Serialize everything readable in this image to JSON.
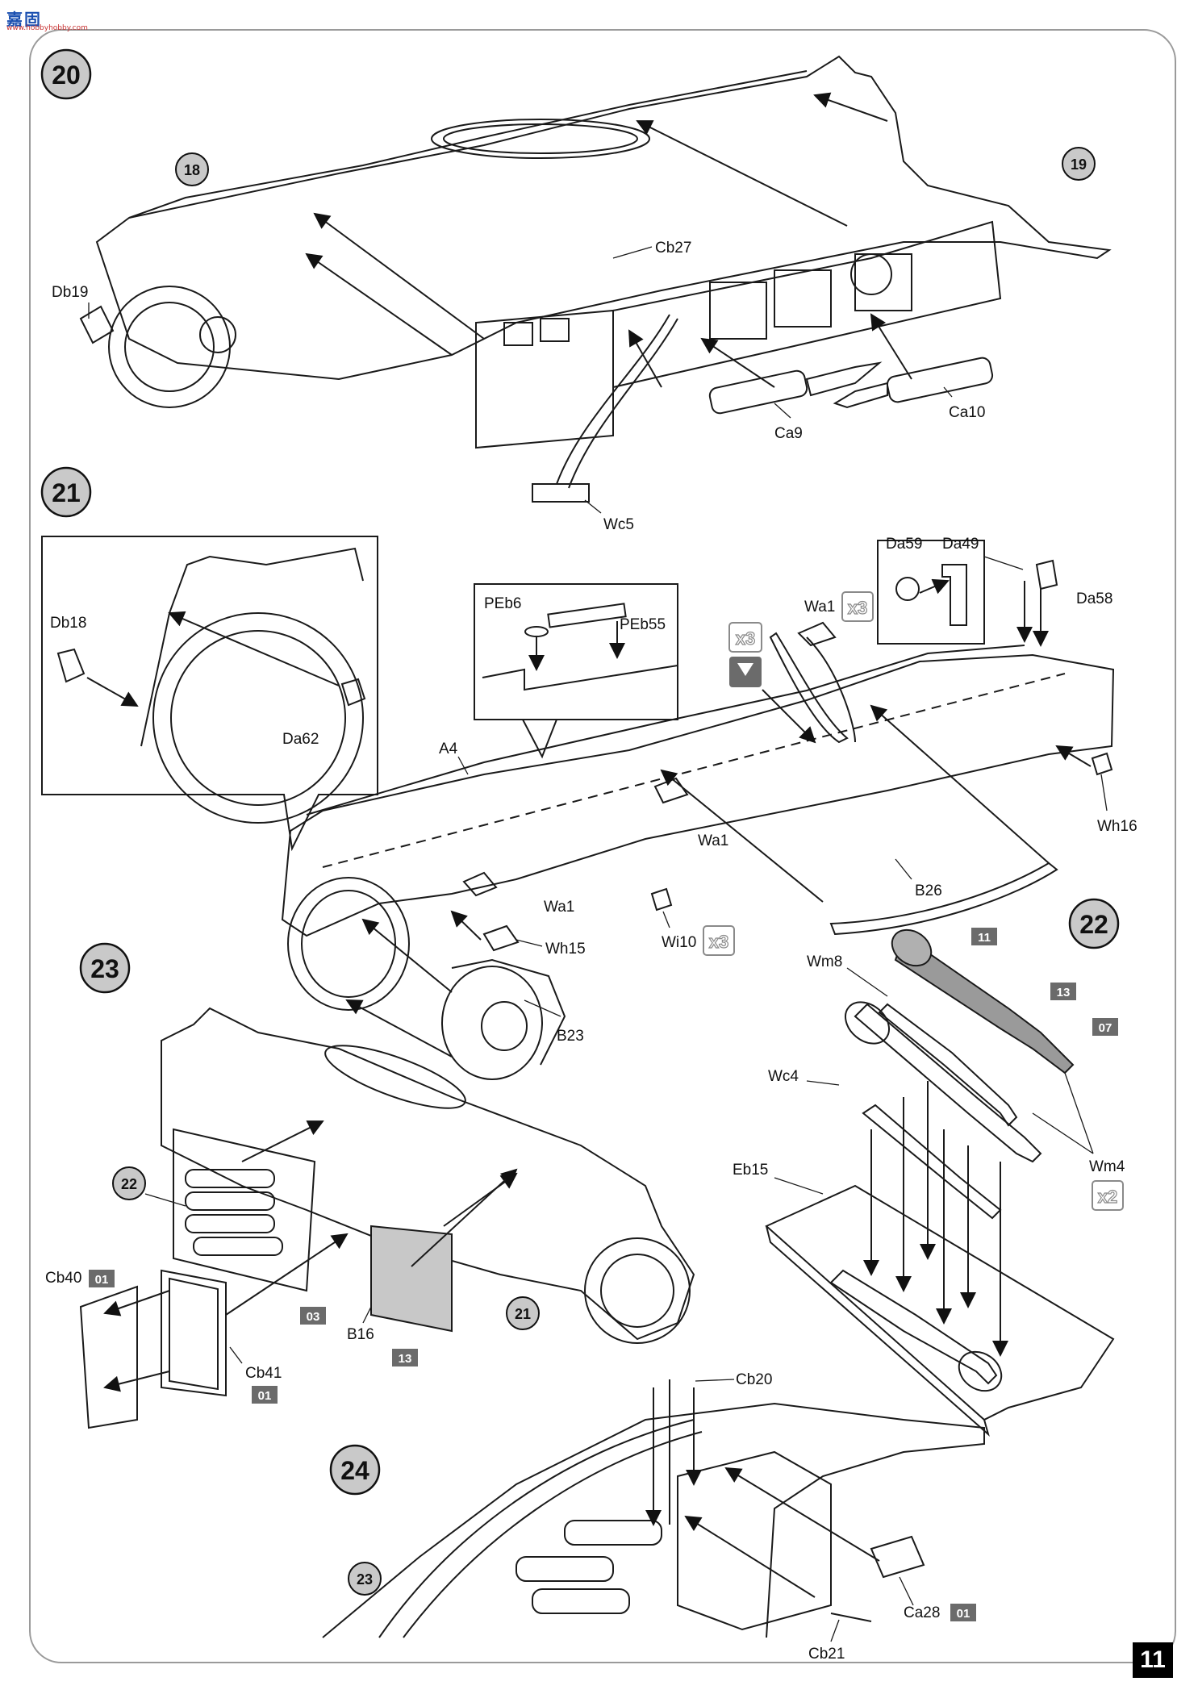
{
  "header": {
    "logo_title": "嘉固",
    "logo_sub": "www.hobbyhobby.com"
  },
  "page_number": "11",
  "steps": [
    {
      "number": "20"
    },
    {
      "number": "21"
    },
    {
      "number": "22"
    },
    {
      "number": "23"
    },
    {
      "number": "24"
    }
  ],
  "ref_circles": [
    {
      "number": "18"
    },
    {
      "number": "19"
    },
    {
      "number": "22"
    },
    {
      "number": "21"
    },
    {
      "number": "23"
    }
  ],
  "part_labels": {
    "db19": "Db19",
    "cb27": "Cb27",
    "ca9": "Ca9",
    "ca10": "Ca10",
    "wc5": "Wc5",
    "db18": "Db18",
    "da62": "Da62",
    "peb6": "PEb6",
    "peb55": "PEb55",
    "wa1_top": "Wa1",
    "da59": "Da59",
    "da49": "Da49",
    "da58": "Da58",
    "a4": "A4",
    "wa1_mid": "Wa1",
    "wa1_left": "Wa1",
    "wh16": "Wh16",
    "b26": "B26",
    "wi10": "Wi10",
    "wh15": "Wh15",
    "b23": "B23",
    "wm8": "Wm8",
    "wc4": "Wc4",
    "wm4": "Wm4",
    "eb15": "Eb15",
    "cb40": "Cb40",
    "cb41": "Cb41",
    "b16": "B16",
    "cb20": "Cb20",
    "ca28": "Ca28",
    "cb21": "Cb21"
  },
  "color_codes": {
    "c11": "11",
    "c13a": "13",
    "c07": "07",
    "c01a": "01",
    "c01b": "01",
    "c03": "03",
    "c13b": "13",
    "c01c": "01"
  },
  "multipliers": {
    "x3_wa1": "x3",
    "x3_glue": "x3",
    "x3_wi10": "x3",
    "x2_wm4": "x2"
  },
  "colors": {
    "ink": "#1a1a1a",
    "step_circle": "#c9c9c9",
    "color_box": "#6b6b6b",
    "panel_grey": "#c8c8c8",
    "page_number_bg": "#000000"
  }
}
